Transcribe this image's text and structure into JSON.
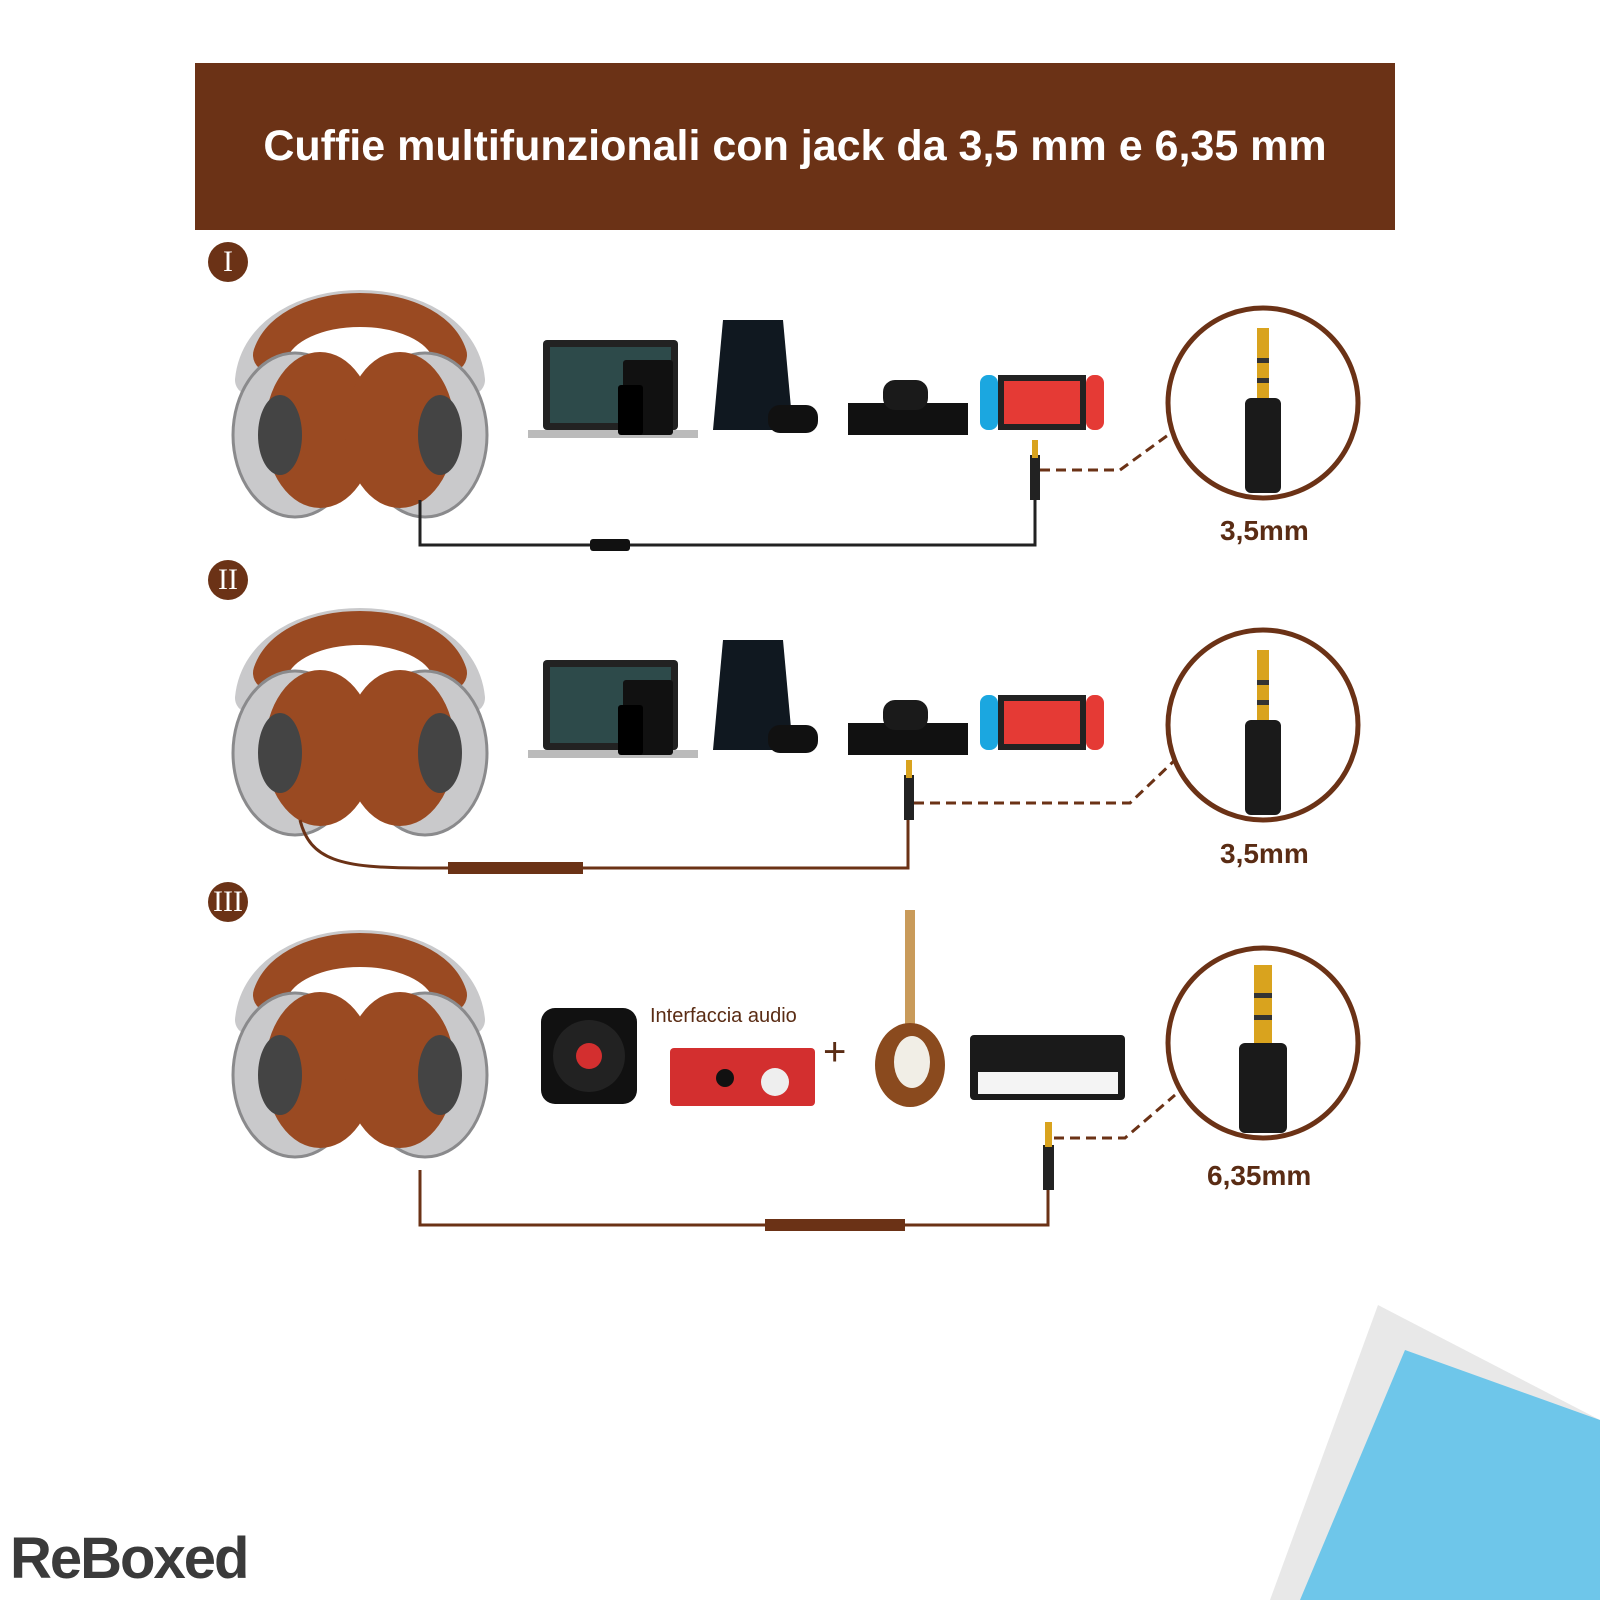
{
  "header": {
    "title": "Cuffie multifunzionali con jack da 3,5 mm e 6,35 mm"
  },
  "sections": [
    {
      "numeral": "I",
      "jack_label": "3,5mm"
    },
    {
      "numeral": "II",
      "jack_label": "3,5mm"
    },
    {
      "numeral": "III",
      "jack_label": "6,35mm",
      "device_label": "Interfaccia audio",
      "plus": "+"
    }
  ],
  "brand": {
    "logo_text": "ReBoxed"
  },
  "colors": {
    "banner": "#6b3216",
    "leather": "#9a4a22",
    "silver": "#c9c9cb",
    "accent_blue": "#6ec6ea"
  }
}
